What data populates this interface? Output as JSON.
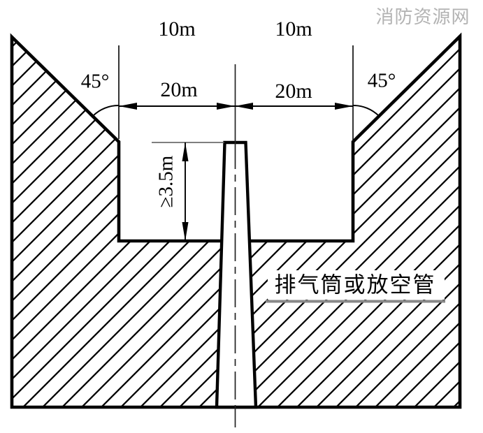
{
  "title": "vent-stack-clearance-diagram",
  "watermark": {
    "text": "消防资源网",
    "color": "#b3b3b3"
  },
  "caption": {
    "text": "排气筒或放空管",
    "underline_color": "#888888"
  },
  "dimensions": {
    "top_left_offset": "10m",
    "top_right_offset": "10m",
    "left_span": "20m",
    "right_span": "20m",
    "left_angle": "45°",
    "right_angle": "45°",
    "stack_height": "≥3.5m"
  },
  "colors": {
    "line": "#000000",
    "thin_extension": "#555555",
    "background": "#ffffff"
  }
}
